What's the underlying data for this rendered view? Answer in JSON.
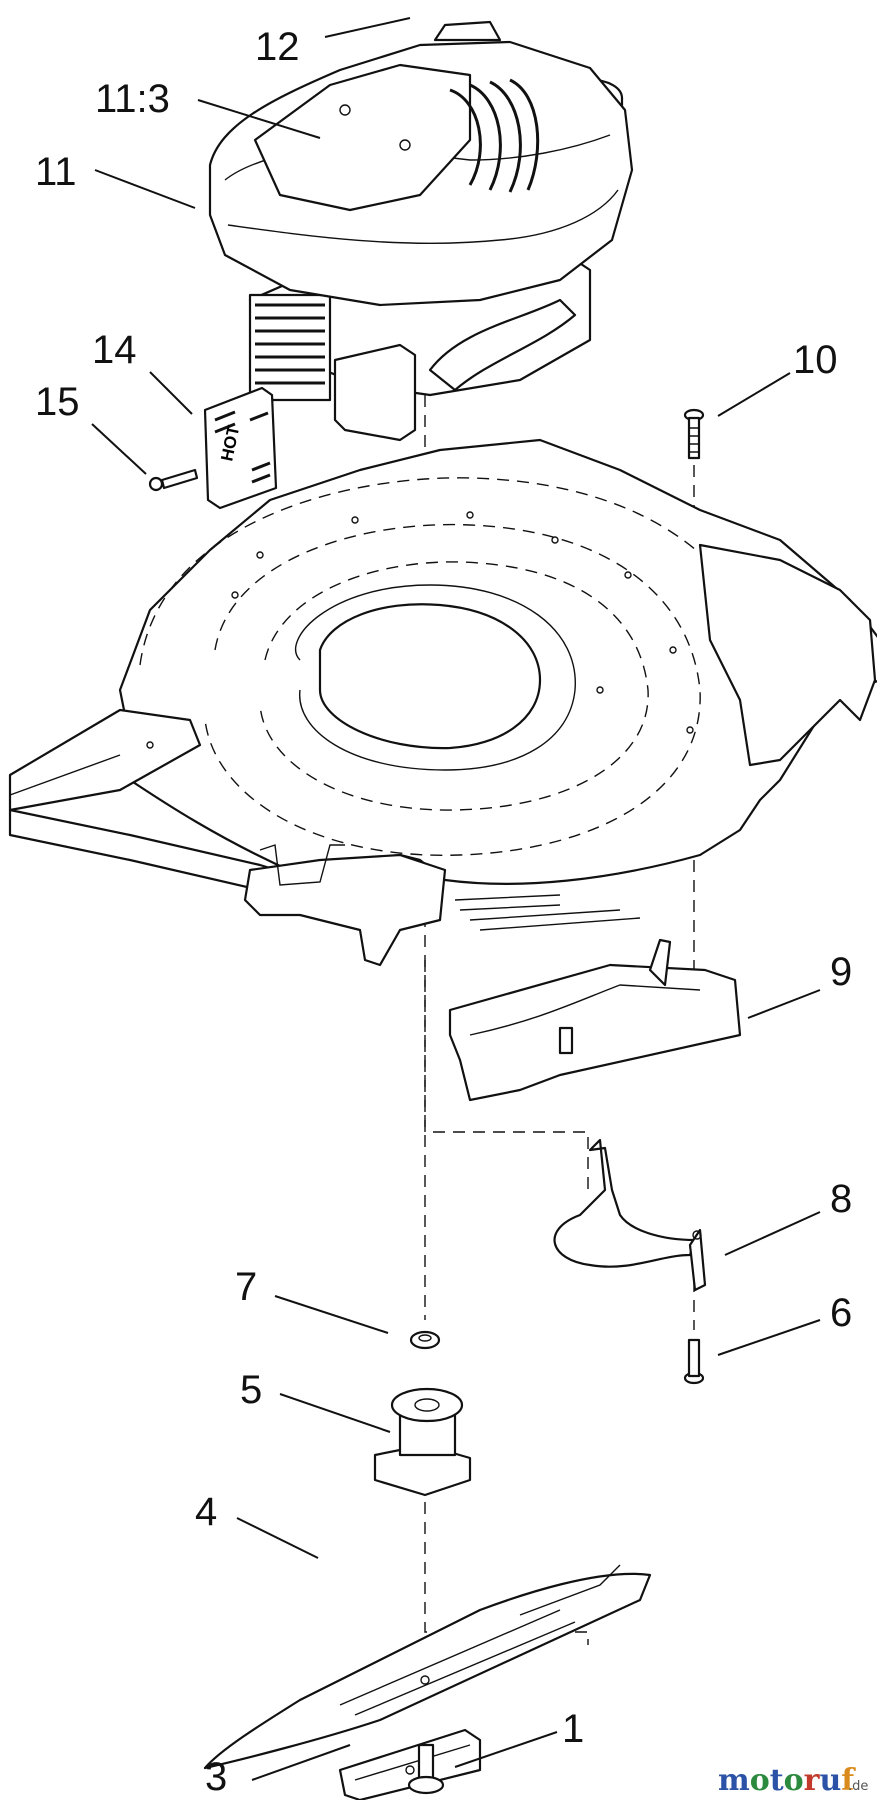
{
  "callouts": [
    "12",
    "11:3",
    "11",
    "14",
    "15",
    "10",
    "9",
    "8",
    "7",
    "6",
    "5",
    "4",
    "3",
    "1"
  ],
  "hot_label": "HOT",
  "watermark": {
    "letters": [
      "m",
      "o",
      "t",
      "o",
      "r",
      "u",
      "f"
    ],
    "suffix": ".de",
    "colors": [
      "#2b52a6",
      "#2b8a3e",
      "#2b52a6",
      "#2b8a3e",
      "#c23a2b",
      "#2b52a6",
      "#d98b1e"
    ]
  }
}
